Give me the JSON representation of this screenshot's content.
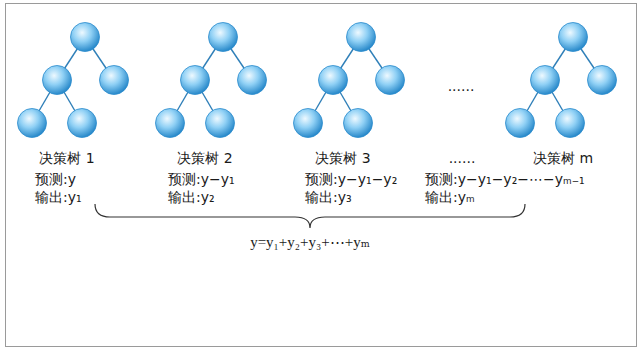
{
  "diagram": {
    "labels": [
      "决策树 1",
      "预测:y",
      "输出:y₁",
      "决策树 2",
      "预测:y−y₁",
      "输出:y₂",
      "决策树 3",
      "预测:y−y₁−y₂",
      "输出:y₃",
      "......",
      "......",
      "决策树 m",
      "预测:y−y₁−y₂−⋯−yₘ₋₁",
      "输出:yₘ",
      "y=y₁+y₂+y₃+⋯+yₘ"
    ]
  }
}
